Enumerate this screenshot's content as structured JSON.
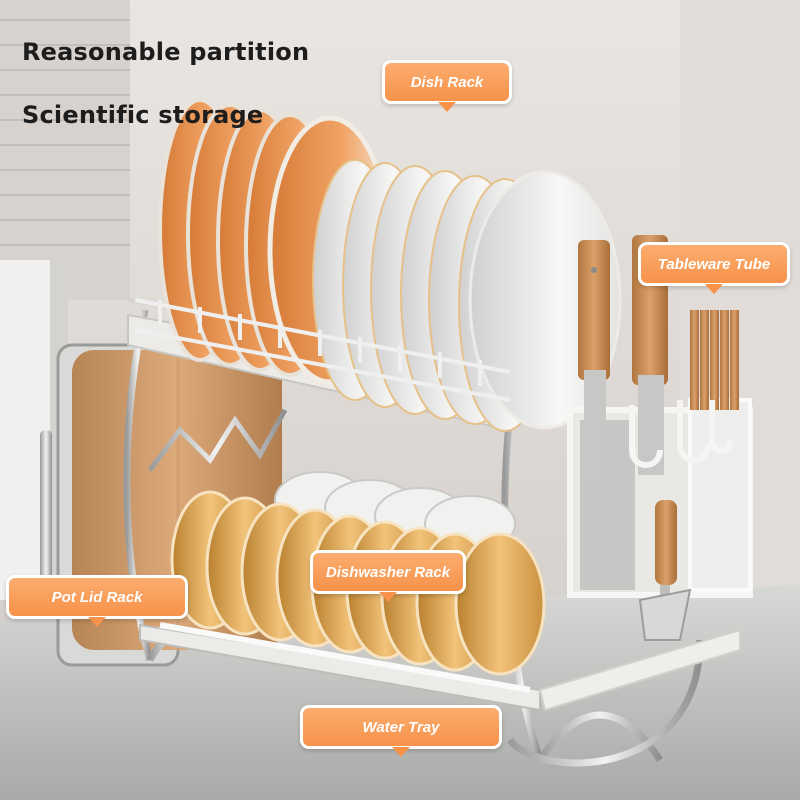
{
  "headlines": {
    "line1": "Reasonable partition",
    "line2": "Scientific storage"
  },
  "callouts": {
    "dish_rack": "Dish Rack",
    "tableware_tube": "Tableware Tube",
    "pot_lid_rack": "Pot Lid Rack",
    "dishwasher_rack": "Dishwasher Rack",
    "water_tray": "Water Tray"
  },
  "colors": {
    "callout_orange": "#f7924a",
    "plate_orange": "#ec9654",
    "plate_white": "#f3f3f1",
    "bowl_gold": "#e8b25c",
    "wood": "#c88c57",
    "steel": "#c9c9c9"
  }
}
